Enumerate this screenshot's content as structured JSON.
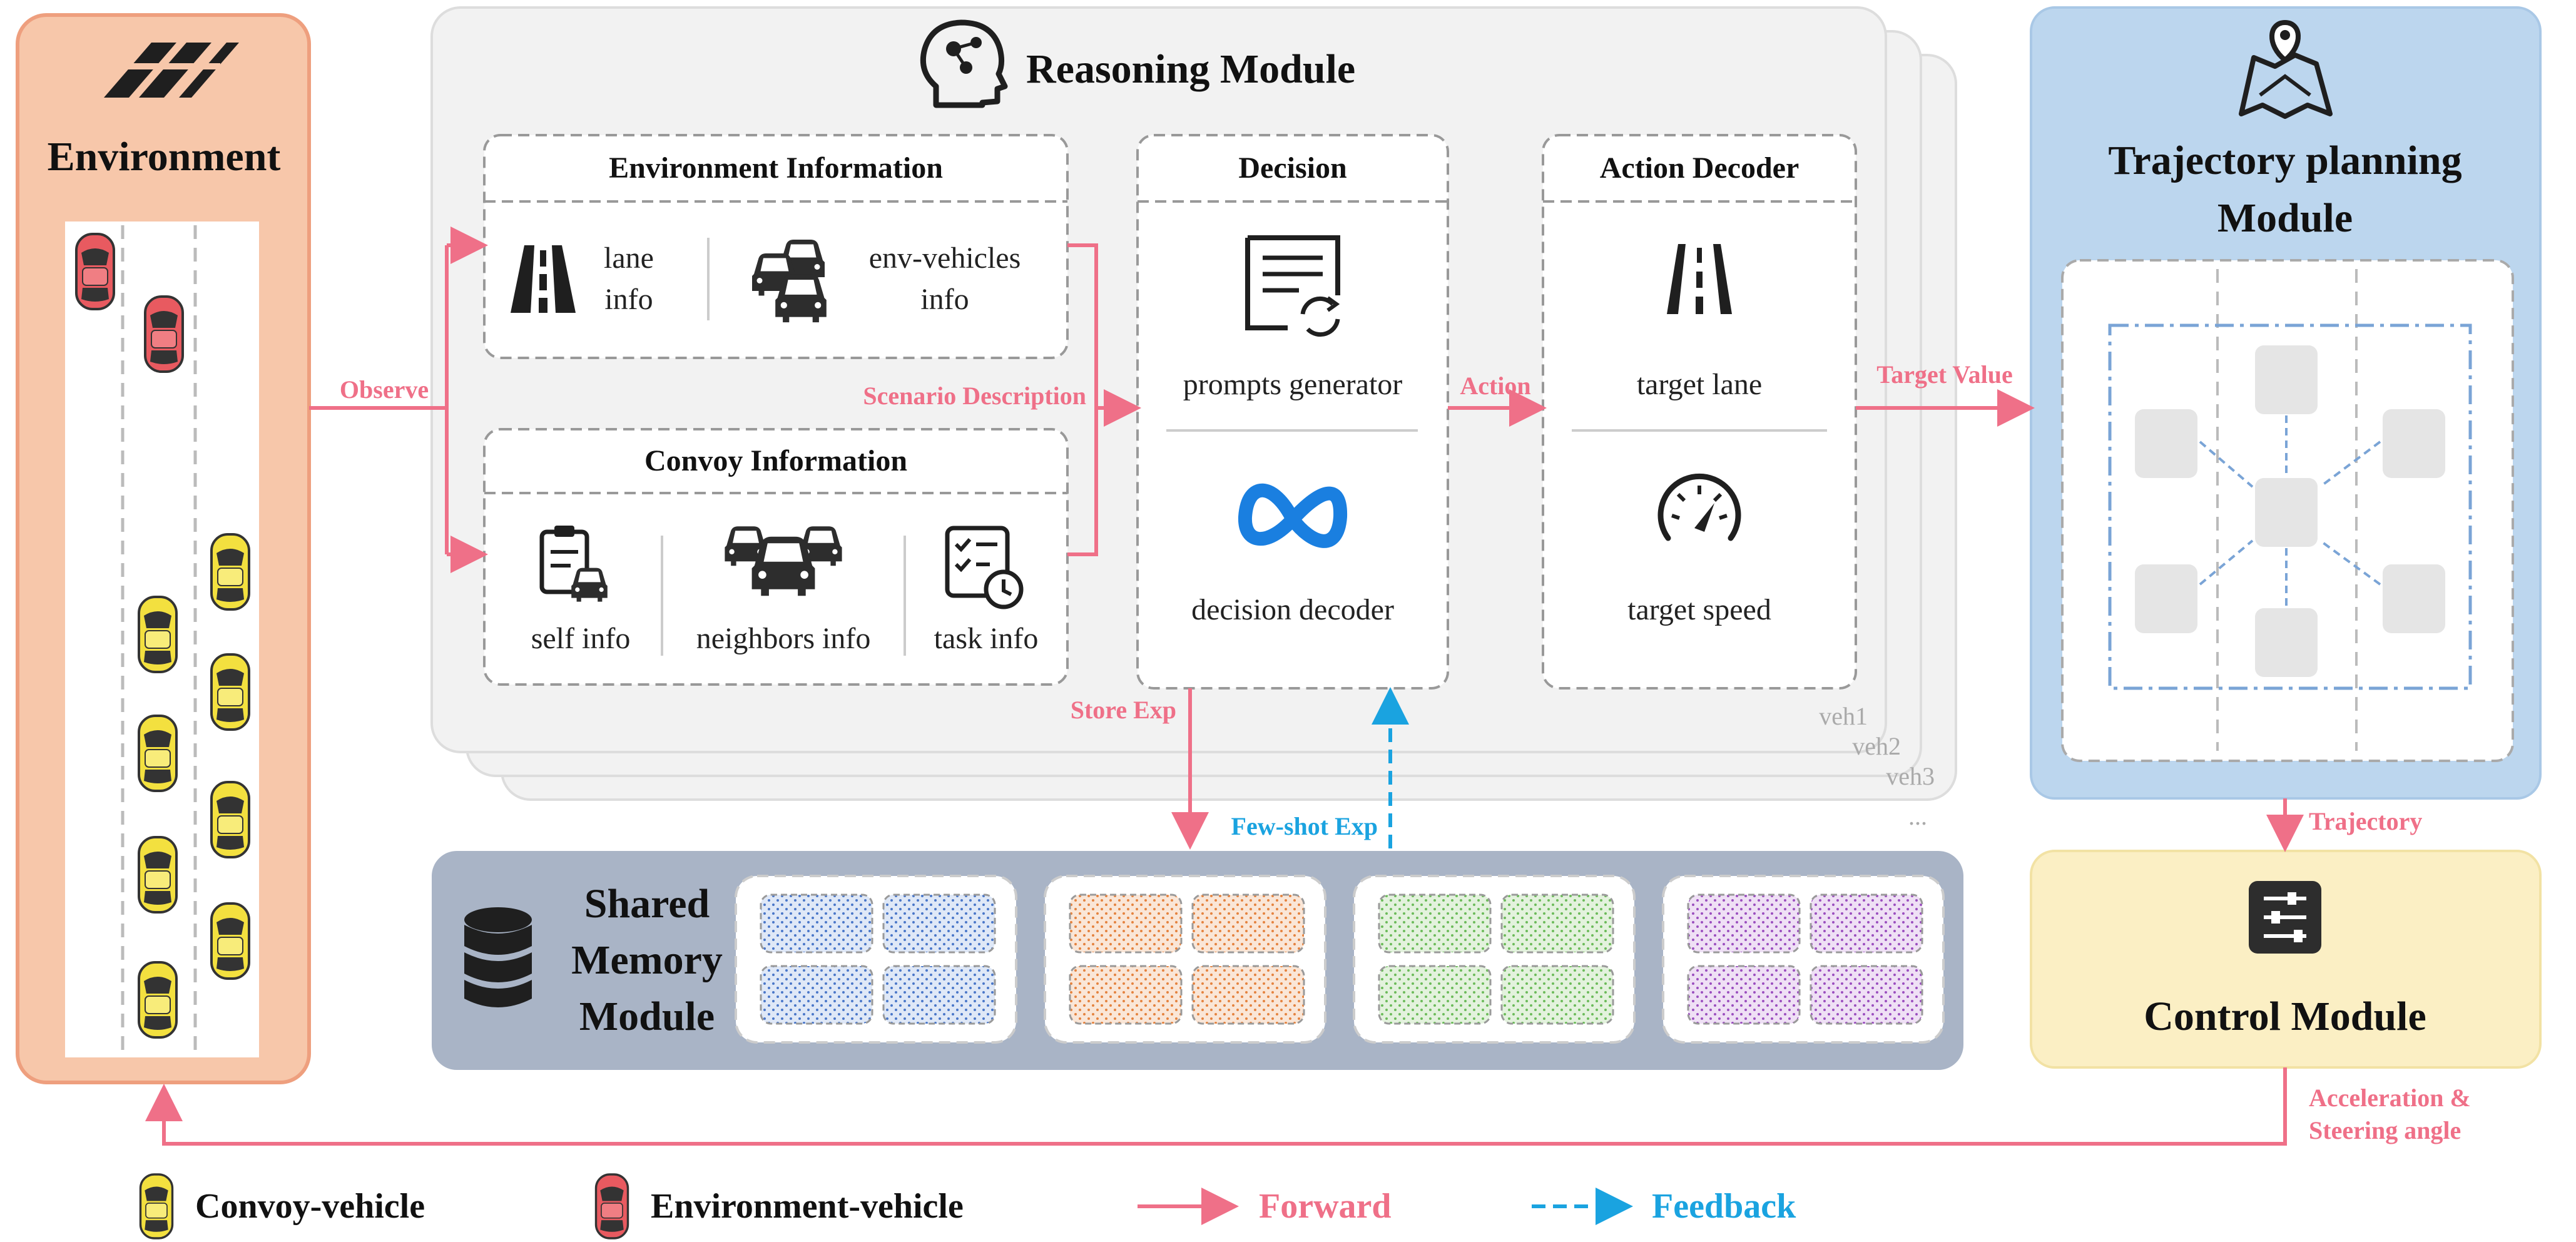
{
  "environment": {
    "title": "Environment"
  },
  "reasoning": {
    "title": "Reasoning Module",
    "env_info": {
      "title": "Environment Information",
      "lane_l1": "lane",
      "lane_l2": "info",
      "veh_l1": "env-vehicles",
      "veh_l2": "info"
    },
    "convoy_info": {
      "title": "Convoy Information",
      "self": "self info",
      "neighbors": "neighbors info",
      "task": "task info"
    },
    "decision": {
      "title": "Decision",
      "prompts": "prompts generator",
      "decoder": "decision decoder"
    },
    "action_decoder": {
      "title": "Action Decoder",
      "lane": "target lane",
      "speed": "target speed"
    },
    "layers": [
      "veh1",
      "veh2",
      "veh3",
      "..."
    ]
  },
  "trajectory": {
    "title_l1": "Trajectory planning",
    "title_l2": "Module"
  },
  "memory": {
    "title_l1": "Shared",
    "title_l2": "Memory",
    "title_l3": "Module"
  },
  "control": {
    "title": "Control Module"
  },
  "edges": {
    "observe": "Observe",
    "scenario": "Scenario Description",
    "action": "Action",
    "target_value": "Target Value",
    "store_exp": "Store Exp",
    "few_shot": "Few-shot Exp",
    "trajectory": "Trajectory",
    "accel_l1": "Acceleration &",
    "accel_l2": "Steering angle"
  },
  "legend": {
    "convoy": "Convoy-vehicle",
    "env_vehicle": "Environment-vehicle",
    "forward": "Forward",
    "feedback": "Feedback"
  },
  "colors": {
    "forward": "#ef7088",
    "feedback": "#1aa3e0",
    "environment_bg": "#f7c7aa",
    "trajectory_bg": "#bcd6ee",
    "control_bg": "#fbefc4",
    "memory_bg": "#a9b4c6",
    "memory_patterns": [
      "#4a77c9",
      "#e5833f",
      "#6cbb5a",
      "#9b4fbf"
    ],
    "convoy_car": "#f3e03f",
    "env_car": "#e85a60"
  }
}
